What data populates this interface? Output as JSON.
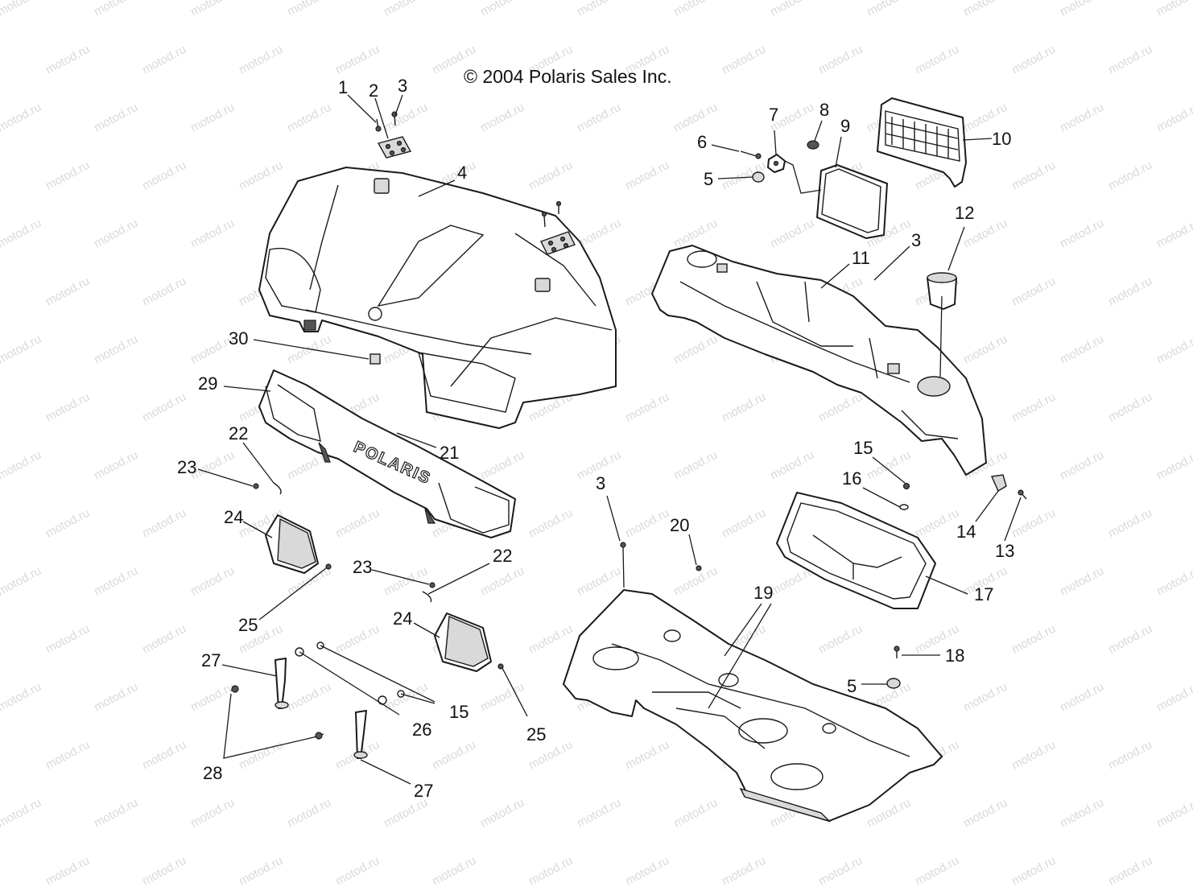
{
  "copyright": "© 2004 Polaris Sales Inc.",
  "watermark": "motod.ru",
  "brand_mark": "POLARIS",
  "callouts": [
    {
      "id": "c1",
      "label": "1"
    },
    {
      "id": "c2",
      "label": "2"
    },
    {
      "id": "c3a",
      "label": "3"
    },
    {
      "id": "c4",
      "label": "4"
    },
    {
      "id": "c5a",
      "label": "5"
    },
    {
      "id": "c6",
      "label": "6"
    },
    {
      "id": "c7",
      "label": "7"
    },
    {
      "id": "c8",
      "label": "8"
    },
    {
      "id": "c9",
      "label": "9"
    },
    {
      "id": "c10",
      "label": "10"
    },
    {
      "id": "c11",
      "label": "11"
    },
    {
      "id": "c3b",
      "label": "3"
    },
    {
      "id": "c12",
      "label": "12"
    },
    {
      "id": "c30",
      "label": "30"
    },
    {
      "id": "c29",
      "label": "29"
    },
    {
      "id": "c21",
      "label": "21"
    },
    {
      "id": "c22a",
      "label": "22"
    },
    {
      "id": "c23a",
      "label": "23"
    },
    {
      "id": "c24a",
      "label": "24"
    },
    {
      "id": "c25a",
      "label": "25"
    },
    {
      "id": "c23b",
      "label": "23"
    },
    {
      "id": "c22b",
      "label": "22"
    },
    {
      "id": "c24b",
      "label": "24"
    },
    {
      "id": "c27a",
      "label": "27"
    },
    {
      "id": "c28",
      "label": "28"
    },
    {
      "id": "c26",
      "label": "26"
    },
    {
      "id": "c15a",
      "label": "15"
    },
    {
      "id": "c25b",
      "label": "25"
    },
    {
      "id": "c27b",
      "label": "27"
    },
    {
      "id": "c3c",
      "label": "3"
    },
    {
      "id": "c20",
      "label": "20"
    },
    {
      "id": "c19",
      "label": "19"
    },
    {
      "id": "c15b",
      "label": "15"
    },
    {
      "id": "c16",
      "label": "16"
    },
    {
      "id": "c17",
      "label": "17"
    },
    {
      "id": "c14",
      "label": "14"
    },
    {
      "id": "c13",
      "label": "13"
    },
    {
      "id": "c18",
      "label": "18"
    },
    {
      "id": "c5b",
      "label": "5"
    }
  ]
}
